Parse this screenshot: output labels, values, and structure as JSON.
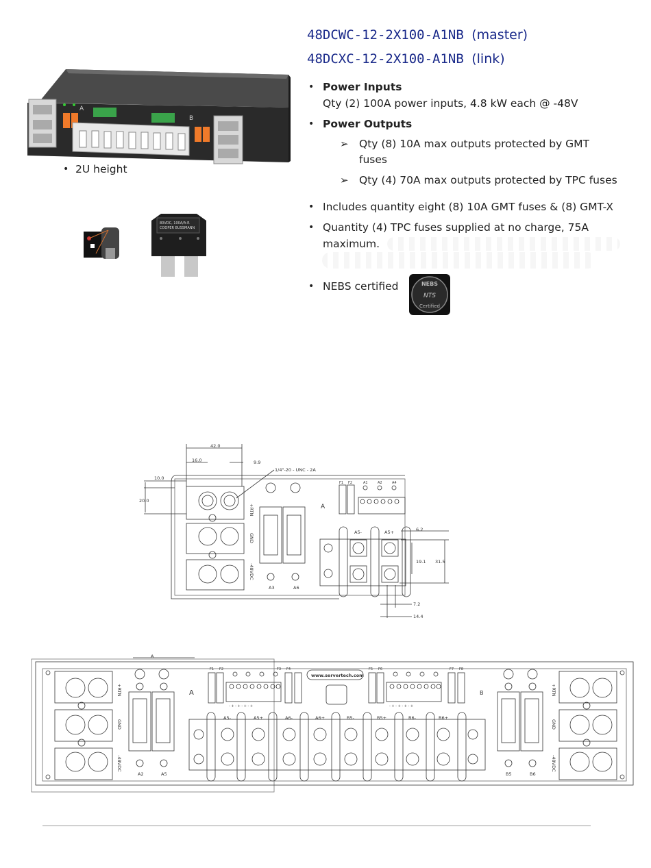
{
  "header": {
    "model_master": "48DCWC-12-2X100-A1NB",
    "master_suffix": "(master)",
    "model_link": "48DCXC-12-2X100-A1NB",
    "link_suffix": "(link)"
  },
  "left": {
    "height_bullet": "2U height",
    "module_label_1": "A",
    "module_label_2": "B",
    "fuse_label_line1": "80VDC, 100A/A-R",
    "fuse_label_line2": "COOPER BUSSMANN"
  },
  "specs": {
    "power_inputs_title": "Power Inputs",
    "power_inputs_detail": "Qty (2) 100A power inputs, 4.8 kW each @ -48V",
    "power_outputs_title": "Power Outputs",
    "outputs": [
      {
        "line1": "Qty (8) 10A max outputs protected by GMT",
        "line2": "fuses"
      },
      {
        "line1": "Qty (4) 70A max outputs protected by TPC fuses",
        "line2": ""
      }
    ],
    "includes": "Includes quantity eight (8) 10A GMT fuses & (8) GMT-X",
    "tpc_line1": "Quantity (4) TPC fuses supplied at no charge, 75A",
    "tpc_line2": "maximum.",
    "nebs": "NEBS certified",
    "nebs_badge_top": "NEBS",
    "nebs_badge_bottom": "Certified",
    "nebs_badge_mid": "NTS"
  },
  "drawing_top": {
    "dims": {
      "d42": "42.0",
      "d16": "16.0",
      "d99": "9.9",
      "d10": "10.0",
      "d20": "20.0",
      "thread": "1/4\"-20 - UNC - 2A",
      "d62": "6.2",
      "d191": "19.1",
      "d315": "31.5",
      "d72": "7.2",
      "d144": "14.4"
    },
    "labels": {
      "rtn": "+RTN",
      "gnd": "GND",
      "m48": "-48VDC",
      "a": "A",
      "a3": "A3",
      "a6": "A6",
      "a5m": "A5-",
      "a5p": "A5+",
      "f1": "F1",
      "f2": "F2",
      "a1": "A1",
      "a2": "A2",
      "a4": "A4"
    }
  },
  "drawing_bottom": {
    "website": "www.servertech.com",
    "section_a": "A",
    "section_b": "B",
    "labels": {
      "rtn": "+RTN",
      "gnd": "GND",
      "m48": "-48VDC",
      "a_left": "A2",
      "a_left2": "A5",
      "b_right1": "B5",
      "b_right2": "B6",
      "a5m": "A5-",
      "a5p": "A5+",
      "a6m": "A6-",
      "a6p": "A6+",
      "b5m": "B5-",
      "b5p": "B5+",
      "b6m": "B6-",
      "b6p": "B6+",
      "f1": "F1",
      "f2": "F2",
      "f3": "F3",
      "f4": "F4",
      "f5": "F5",
      "f6": "F6",
      "f7": "F7",
      "f8": "F8",
      "pins": "- + - + - + - +"
    }
  }
}
